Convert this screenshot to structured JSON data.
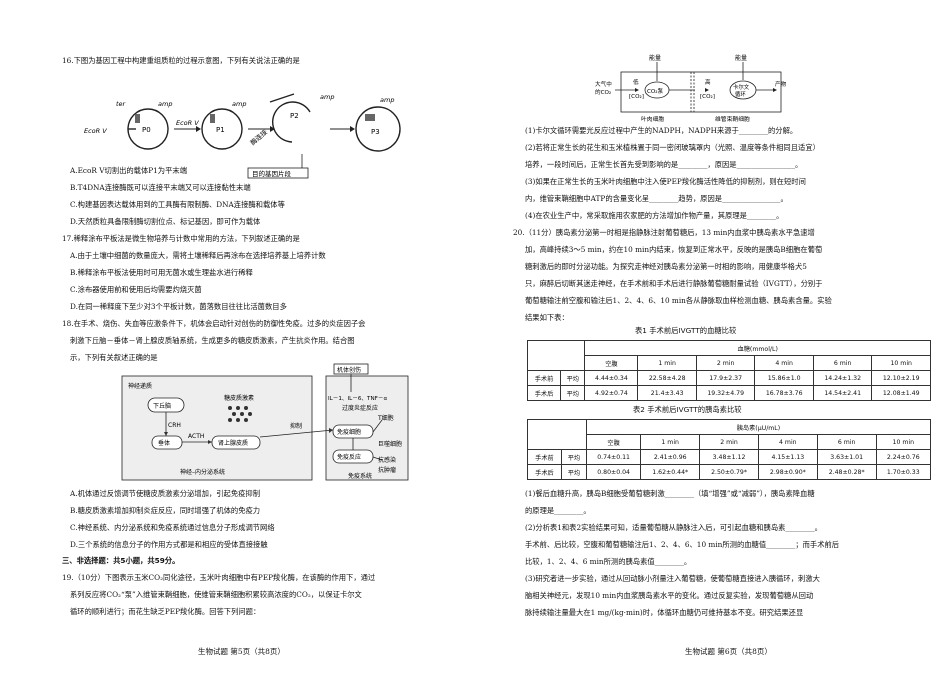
{
  "left": {
    "q16": {
      "stem": "16.下图为基因工程中构建重组质粒的过程示意图，下列有关说法正确的是",
      "fig": {
        "ter": "ter",
        "amp": "amp",
        "ecorv": "EcoR Ⅴ",
        "p0": "P0",
        "p1": "P1",
        "p2": "P2",
        "p3": "P3",
        "enzyme": "酶连接",
        "fragment": "目的基因片段"
      },
      "options": [
        "A.EcoR Ⅴ切割出的载体P1为平末端",
        "B.T4DNA连接酶既可以连接平末端又可以连接黏性末端",
        "C.构建基因表达载体用到的工具酶有限制酶、DNA连接酶和载体等",
        "D.天然质粒具备限制酶切割位点、标记基因，即可作为载体"
      ]
    },
    "q17": {
      "stem": "17.稀释涂布平板法是微生物培养与计数中常用的方法，下列叙述正确的是",
      "options": [
        "A.由于土壤中细菌的数量庞大，需将土壤稀释后再涂布在选择培养基上培养计数",
        "B.稀释涂布平板法使用时可用无菌水或生理盐水进行稀释",
        "C.涂布器使用前和使用后均需要灼烧灭菌",
        "D.在同一稀释度下至少对3个平板计数，菌落数目往往比活菌数目多"
      ]
    },
    "q18": {
      "stem": [
        "18.在手术、烧伤、失血等应激条件下，机体会启动针对创伤的防御性免疫。过多的炎症因子会",
        "刺激下丘脑－垂体－肾上腺皮质轴系统，生成更多的糖皮质激素，产生抗炎作用。结合图",
        "示，下列有关叙述正确的是"
      ],
      "fig": {
        "neuro_stim": "神经递质",
        "hypothalamus": "下丘脑",
        "crh": "CRH",
        "pituitary": "垂体",
        "acth": "ACTH",
        "adrenal": "肾上腺皮质",
        "gc": "糖皮质激素",
        "neuro_endo": "神经–内分泌系统",
        "inhibit": "抑制",
        "injury": "机体创伤",
        "cytokines": "IL－1、IL－6、TNF－α",
        "excess_inflam": "过度炎症反应",
        "immune_cell": "免疫细胞",
        "immune_resp": "免疫反应",
        "t_cell": "T细胞",
        "macrophage": "巨噬细胞",
        "anti_infection": "抗感染",
        "anti_tumor": "抗肿瘤",
        "immune_system": "免疫系统"
      },
      "options": [
        "A.机体通过反馈调节使糖皮质激素分泌增加，引起免疫抑制",
        "B.糖皮质激素增加抑制炎症反应，同时增强了机体的免疫力",
        "C.神经系统、内分泌系统和免疫系统通过信息分子形成调节网络",
        "D.三个系统的信息分子的作用方式都是和相应的受体直接接触"
      ]
    },
    "section3": "三、非选择题：共5小题，共59分。",
    "q19": [
      "19.（10分）下图表示玉米CO₂同化途径，玉米叶肉细胞中有PEP羧化酶，在该酶的作用下，通过",
      "系列反应将CO₂“泵”入维管束鞘细胞，使维管束鞘细胞积累较高浓度的CO₂，以保证卡尔文",
      "循环的顺利进行；而花生缺乏PEP羧化酶。回答下列问题："
    ],
    "footer": "生物试题  第5页（共8页）"
  },
  "right": {
    "fig19": {
      "energy1": "能量",
      "energy2": "能量",
      "atm": [
        "大气中",
        "的CO₂"
      ],
      "low": "低",
      "low_co2": "[CO₂]",
      "co2pump": "CO₂泵",
      "high": "高",
      "high_co2": "[CO₂]",
      "calvin": [
        "卡尔文",
        "循环"
      ],
      "product": "产物",
      "mesophyll": "叶肉细胞",
      "sheath": "维管束鞘细胞"
    },
    "q19_parts": [
      "(1)卡尔文循环需要光反应过程中产生的NADPH，NADPH来源于________的分解。",
      "(2)若将正常生长的花生和玉米植株置于同一密闭玻璃罩内（光照、温度等条件相同且适宜）",
      "培养，一段时间后，正常生长首先受到影响的是________，原因是________________。",
      "(3)如果在正常生长的玉米叶肉细胞中注入使PEP羧化酶活性降低的抑制剂，则在短时间",
      "内，维管束鞘细胞中ATP的含量变化呈________趋势，原因是________________。",
      "(4)在农业生产中，常采取施用农家肥的方法增加作物产量，其原理是________。"
    ],
    "q20": [
      "20.（11分）胰岛素分泌第一时相是指静脉注射葡萄糖后，13 min内血浆中胰岛素水平急速增",
      "加，高峰持续3～5 min，约在10 min内结束，恢复到正常水平，反映的是胰岛B细胞在葡萄",
      "糖刺激后的即时分泌功能。为探究走神经对胰岛素分泌第一时相的影响，用健康华格犬5",
      "只，麻醉后切断其迷走神经，在手术前和手术后进行静脉葡萄糖耐量试验（IVGTT），分别于",
      "葡萄糖输注前空腹和输注后1、2、4、6、10 min各从静脉取血样检测血糖、胰岛素含量。实验",
      "结果如下表："
    ],
    "table1": {
      "caption": "表1  手术前后IVGTT的血糖比较",
      "group_header": "血糖(mmol/L)",
      "columns": [
        "空腹",
        "1 min",
        "2 min",
        "4 min",
        "6 min",
        "10 min"
      ],
      "rows": [
        {
          "label": "手术前",
          "stat": "平均",
          "values": [
            "4.44±0.34",
            "22.58±4.28",
            "17.9±2.37",
            "15.86±1.0",
            "14.24±1.32",
            "12.10±2.19"
          ]
        },
        {
          "label": "手术后",
          "stat": "平均",
          "values": [
            "4.92±0.74",
            "21.4±3.43",
            "19.32±4.79",
            "16.78±3.76",
            "14.54±2.41",
            "12.08±1.49"
          ]
        }
      ]
    },
    "table2": {
      "caption": "表2  手术前后IVGTT的胰岛素比较",
      "group_header": "胰岛素(μU/mL)",
      "columns": [
        "空腹",
        "1 min",
        "2 min",
        "4 min",
        "6 min",
        "10 min"
      ],
      "rows": [
        {
          "label": "手术前",
          "stat": "平均",
          "values": [
            "0.74±0.11",
            "2.41±0.96",
            "3.48±1.12",
            "4.15±1.13",
            "3.63±1.01",
            "2.24±0.76"
          ]
        },
        {
          "label": "手术后",
          "stat": "平均",
          "values": [
            "0.80±0.04",
            "1.62±0.44*",
            "2.50±0.79*",
            "2.98±0.90*",
            "2.48±0.28*",
            "1.70±0.33"
          ]
        }
      ]
    },
    "q20_parts": [
      "(1)餐后血糖升高，胰岛B细胞受葡萄糖刺激________（填“增强”或“减弱”），胰岛素降血糖",
      "的原理是________。",
      "(2)分析表1和表2实验结果可知，适量葡萄糖从静脉注入后，可引起血糖和胰岛素________。",
      "手术前、后比较，空腹和葡萄糖输注后1、2、4、6、10 min所测的血糖值________；而手术前后",
      "比较，1、2、4、6 min所测的胰岛素值________。",
      "(3)研究者进一步实验，通过从回动脉小剂量注入葡萄糖，使葡萄糖直接进入胰循环，刺激大",
      "脑相关神经元，发现10 min内血浆胰岛素水平的变化。通过反复实验，发现葡萄糖从回动",
      "脉持续输注量最大在1 mg/(kg·min)时，体循环血糖仍可维持基本不变。研究结果还显"
    ],
    "footer": "生物试题  第6页（共8页）"
  }
}
